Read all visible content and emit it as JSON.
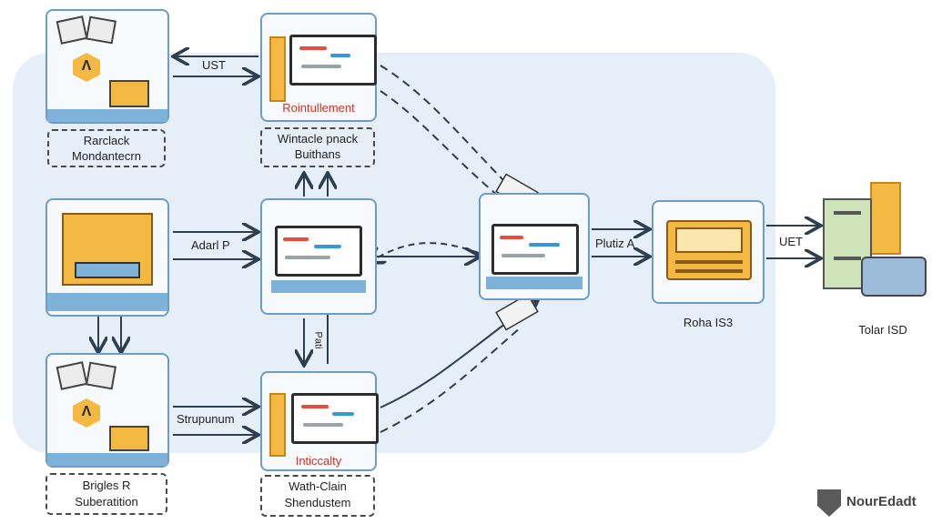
{
  "nodes": {
    "top_left": {
      "label_line1": "Rarclack",
      "label_line2": "Mondantecrn"
    },
    "top_center": {
      "caption": "Rointullement",
      "label_line1": "Wintacle pnack",
      "label_line2": "Buithans"
    },
    "mid_left": {},
    "mid_center": {},
    "bottom_left": {
      "label_line1": "Brigles R",
      "label_line2": "Suberatition"
    },
    "bottom_center": {
      "caption": "Inticcalty",
      "label_line1": "Wath-Clain",
      "label_line2": "Shendustem"
    },
    "hub": {},
    "right_box": {
      "label": "Roha IS3"
    },
    "far_right": {
      "label": "Tolar ISD"
    }
  },
  "edges": {
    "e_top": "UST",
    "e_mid": "Adarl P",
    "e_bottom": "Strupunum",
    "e_hub": "Plutiz A",
    "e_right": "UET",
    "e_vertical": "Pati"
  },
  "logo": {
    "text": "NourEdadt"
  },
  "colors": {
    "panel": "#e6eff8",
    "box_border": "#6f9cc4",
    "accent": "#f4b942",
    "arrow": "#2c3e50",
    "caption": "#c0392b"
  }
}
